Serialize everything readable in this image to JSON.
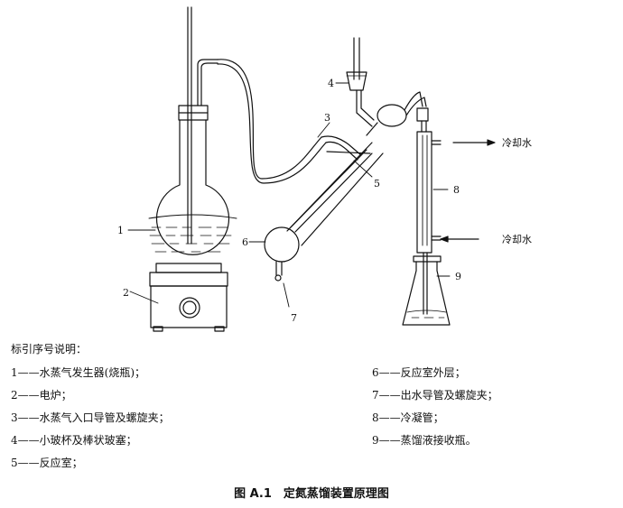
{
  "diagram": {
    "numbers": [
      "1",
      "2",
      "3",
      "4",
      "5",
      "6",
      "7",
      "8",
      "9"
    ],
    "coolant_out_label": "冷却水",
    "coolant_in_label": "冷却水"
  },
  "legend": {
    "title": "标引序号说明：",
    "items": [
      {
        "text": "1——水蒸气发生器(烧瓶)；"
      },
      {
        "text": "2——电炉；"
      },
      {
        "text": "3——水蒸气入口导管及螺旋夹；"
      },
      {
        "text": "4——小玻杯及棒状玻塞；"
      },
      {
        "text": "5——反应室；"
      },
      {
        "text": "6——反应室外层；"
      },
      {
        "text": "7——出水导管及螺旋夹；"
      },
      {
        "text": "8——冷凝管；"
      },
      {
        "text": "9——蒸馏液接收瓶。"
      }
    ]
  },
  "caption": "图 A.1　定氮蒸馏装置原理图"
}
